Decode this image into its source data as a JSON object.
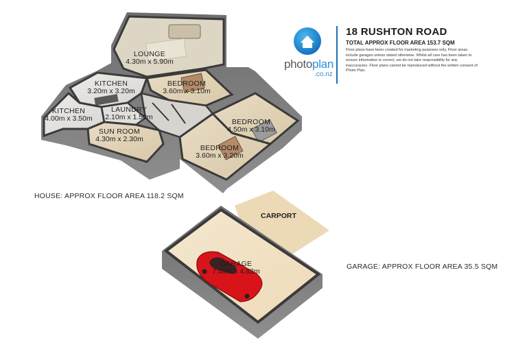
{
  "header": {
    "title": "18 RUSHTON ROAD",
    "total_area": "TOTAL APPROX FLOOR AREA 153.7 SQM",
    "disclaimer": "Floor plans have been created for marketing purposes only. Floor areas include garages unless stated otherwise. Whilst all care has been taken to ensure information is correct, we do not take responsibility for any inaccuracies. Floor plans cannot be reproduced without the written consent of Photo Plan.",
    "brand_left": "photo",
    "brand_right": "plan",
    "brand_domain": ".co.nz",
    "brand_color": "#2a8fd6",
    "logo_icon": "house-icon"
  },
  "house": {
    "area_label": "HOUSE: APPROX FLOOR AREA 118.2 SQM",
    "rooms": [
      {
        "name": "LOUNGE",
        "dims": "4.30m x 5.90m"
      },
      {
        "name": "KITCHEN",
        "dims": "3.20m x 3.20m"
      },
      {
        "name": "BEDROOM",
        "dims": "3.60m x 3.10m"
      },
      {
        "name": "KITCHEN",
        "dims": "4.00m x 3.50m"
      },
      {
        "name": "LAUNDRY",
        "dims": "2.10m x 1.50m"
      },
      {
        "name": "SUN ROOM",
        "dims": "4.30m x 2.30m"
      },
      {
        "name": "BEDROOM",
        "dims": "4.50m x 3.10m"
      },
      {
        "name": "BEDROOM",
        "dims": "3.60m x 3.20m"
      }
    ]
  },
  "garage": {
    "area_label": "GARAGE: APPROX FLOOR AREA 35.5 SQM",
    "room": {
      "name": "GARAGE",
      "dims": "7.40m x 4.82m"
    },
    "carport": "CARPORT",
    "car_color": "#d8141a"
  }
}
